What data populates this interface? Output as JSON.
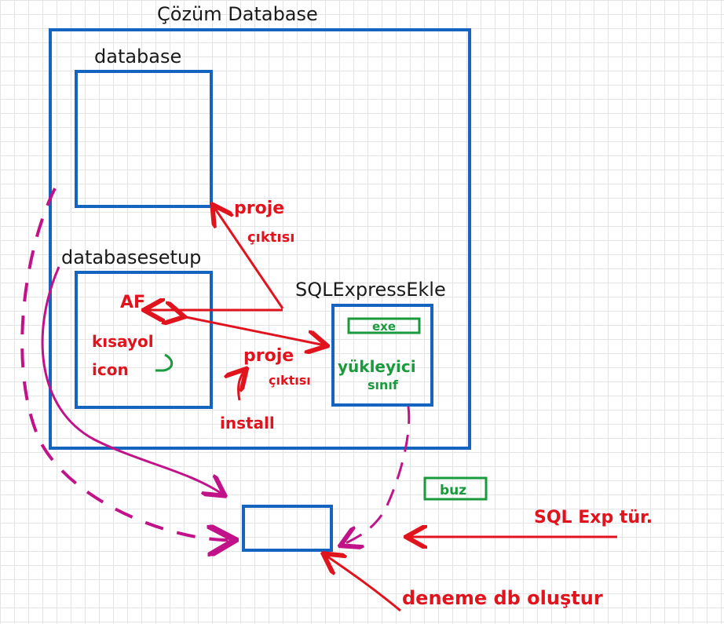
{
  "solution": {
    "title": "Çözüm Database"
  },
  "projects": {
    "database": "database",
    "databasesetup": "databasesetup",
    "sqlexpressekle": "SQLExpressEkle"
  },
  "notes": {
    "proje_ciktisi_1": [
      "proje",
      "çıktısı"
    ],
    "af": "AF",
    "kisayol_icon": [
      "kısayol",
      "icon"
    ],
    "proje_ciktisi_2": [
      "proje",
      "çıktısı"
    ],
    "install": "install",
    "exe": "exe",
    "yukleyici_sinif": [
      "yükleyici",
      "sınıf"
    ],
    "buz": "buz",
    "sqlexp_tur": "SQL Exp tür.",
    "deneme_db": "deneme db oluştur"
  },
  "colors": {
    "box": "#1565c0",
    "annotation": "#e1141e",
    "installer": "#1a9a3c",
    "flow": "#c2128a"
  }
}
